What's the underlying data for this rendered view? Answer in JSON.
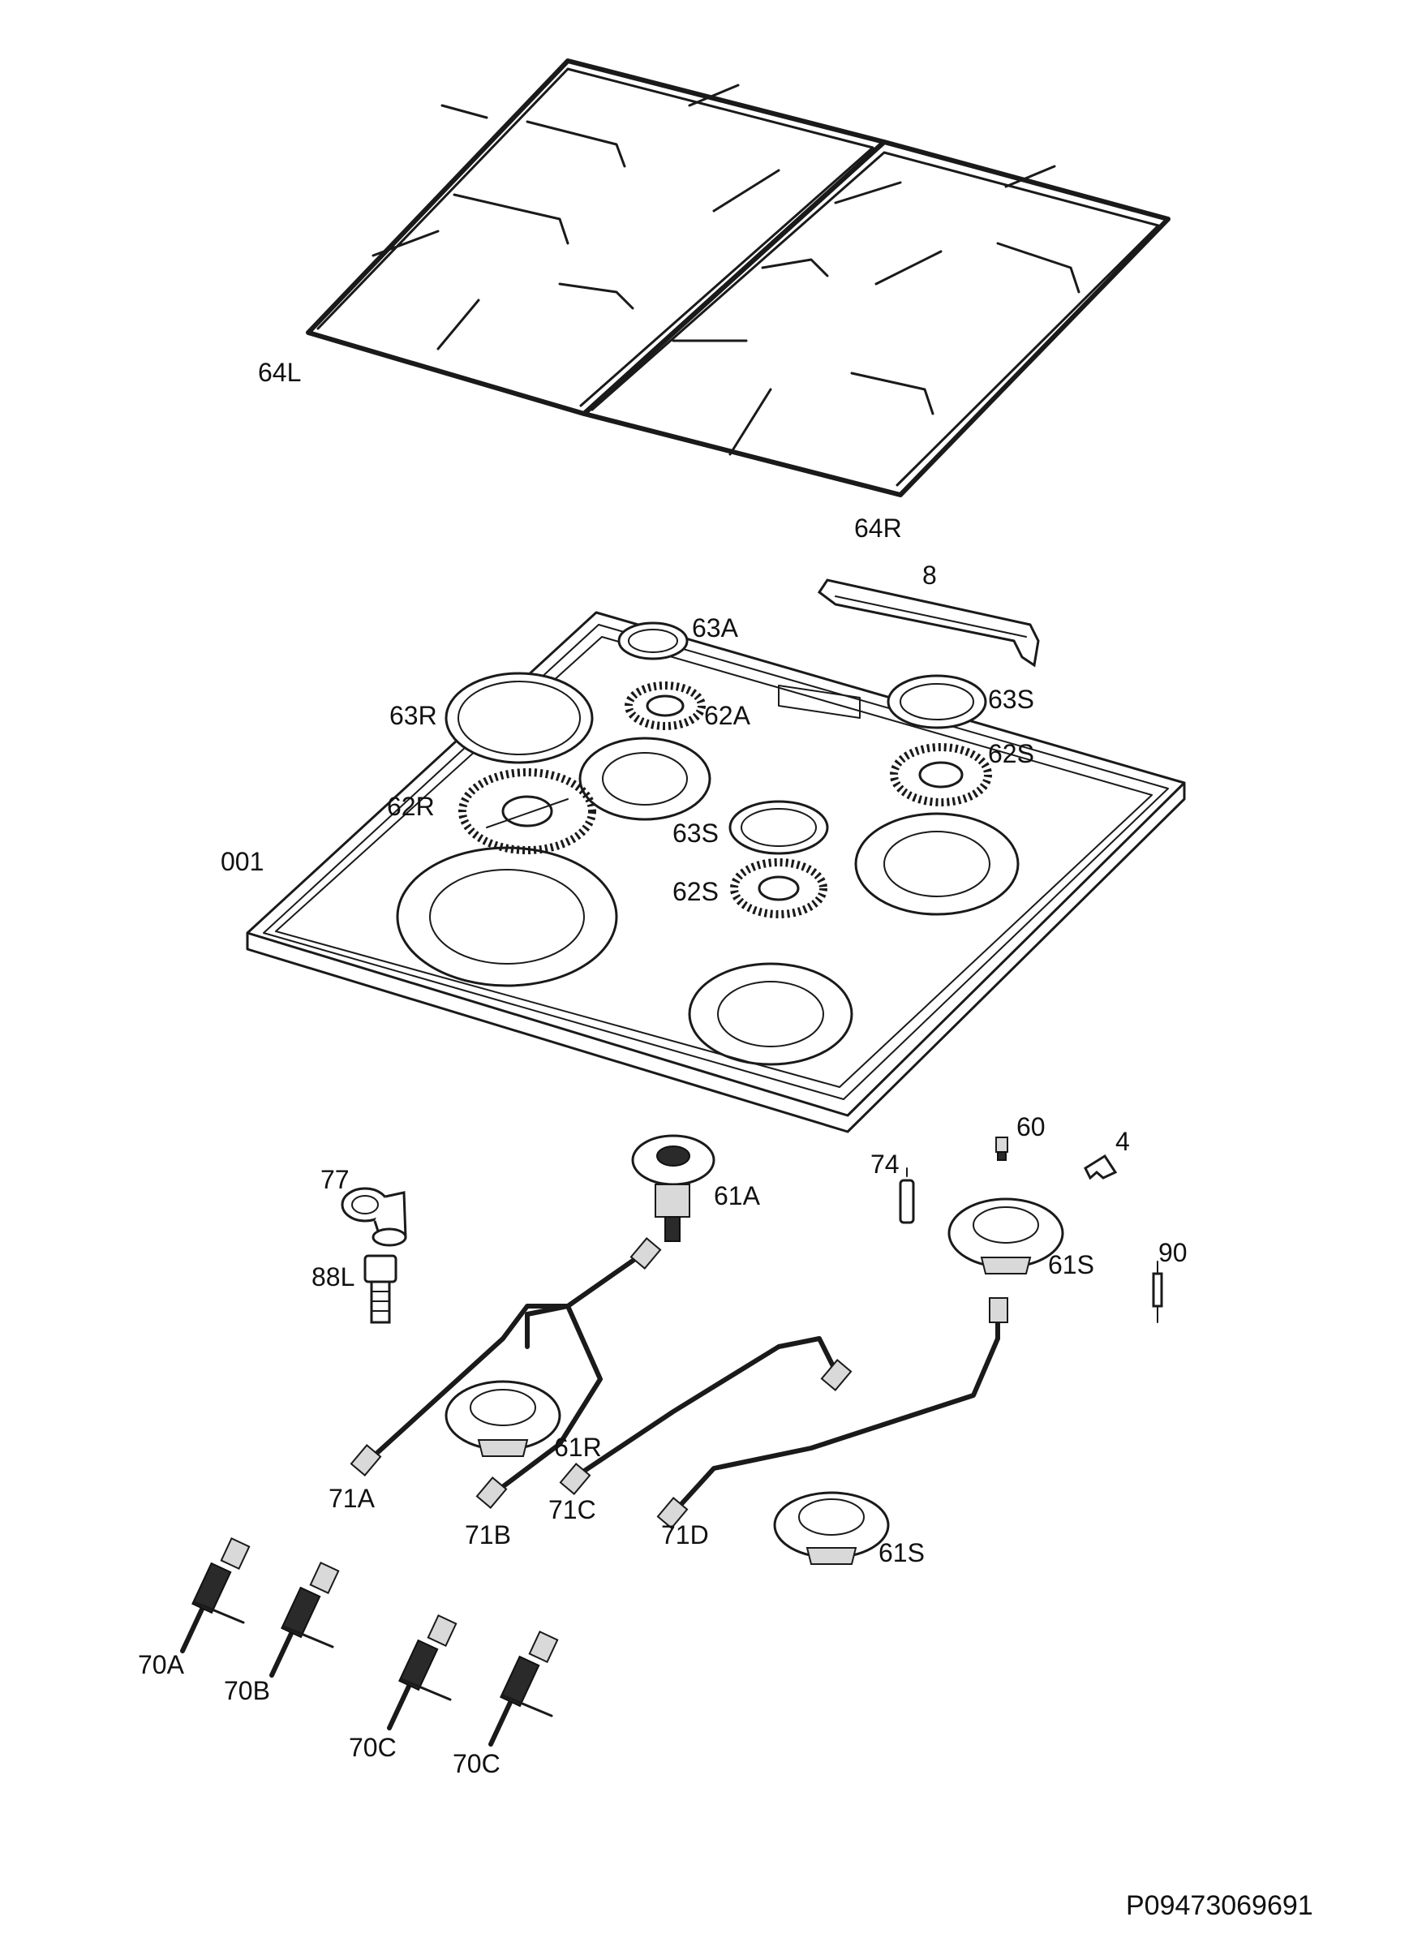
{
  "document_code": "P09473069691",
  "labels": {
    "l_64L": "64L",
    "l_64R": "64R",
    "l_8": "8",
    "l_63A": "63A",
    "l_63R": "63R",
    "l_62A": "62A",
    "l_63S_top": "63S",
    "l_62S_top": "62S",
    "l_62R": "62R",
    "l_63S_mid": "63S",
    "l_001": "001",
    "l_62S_mid": "62S",
    "l_60": "60",
    "l_4": "4",
    "l_77": "77",
    "l_74": "74",
    "l_61A": "61A",
    "l_88L": "88L",
    "l_61S_right": "61S",
    "l_90": "90",
    "l_61R": "61R",
    "l_71A": "71A",
    "l_71B": "71B",
    "l_71C": "71C",
    "l_71D": "71D",
    "l_61S_bottom": "61S",
    "l_70A": "70A",
    "l_70B": "70B",
    "l_70C_1": "70C",
    "l_70C_2": "70C"
  }
}
